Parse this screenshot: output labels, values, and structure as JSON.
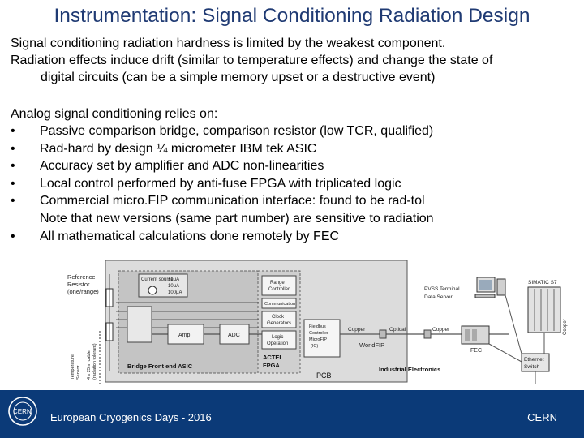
{
  "slide": {
    "title": "Instrumentation: Signal Conditioning Radiation Design",
    "intro": [
      "Signal conditioning radiation hardness is limited by the weakest component.",
      "Radiation effects induce drift (similar to temperature effects) and change the state of",
      "digital circuits (can be a simple memory upset or a destructive event)"
    ],
    "list_title": "Analog signal conditioning relies on:",
    "bullet_char": "•",
    "bullets": [
      "Passive comparison bridge, comparison resistor (low TCR, qualified)",
      "Rad-hard by design ¼ micrometer IBM tek ASIC",
      "Accuracy set by amplifier and ADC non-linearities",
      "Local control performed by anti-fuse FPGA with triplicated logic",
      "Commercial micro.FIP communication interface: found to be rad-tol",
      "Note that new versions (same part number) are sensitive to radiation",
      "All mathematical calculations done remotely by FEC"
    ]
  },
  "diagram": {
    "reference_resistor": "Reference\nResistor\n(one/range)",
    "current_source_title": "Current source",
    "current_values": [
      "±1μA",
      "10μA",
      "100μA"
    ],
    "range_controller": "Range\nController",
    "communication": "Communication",
    "clock_generators": "Clock\nGenerators",
    "amp": "Amp",
    "adc": "ADC",
    "logic_operation": "Logic\nOperation",
    "fieldbus_controller": "Fieldbus\nController\nMicroFIP\n(IC)",
    "actel_fpga": "ACTEL\nFPGA",
    "bridge_label": "Bridge Front end  ASIC",
    "pcb": "PCB",
    "industrial_electronics": "Industrial Electronics",
    "pvss": "PVSS Terminal\nData Server",
    "simatic": "SIMATIC S7",
    "copper_1": "Copper",
    "optical": "Optical",
    "copper_2": "Copper",
    "worldfip": "WorldFIP",
    "fec": "FEC",
    "ethernet_switch": "Ethernet\nSwitch",
    "copper_vertical": "Copper",
    "temperature_sensor": "Temperature\nSensor",
    "cable_label": "4 x 25 m cable\n(radiation tolerant)"
  },
  "footer": {
    "event": "European Cryogenics Days - 2016",
    "org": "CERN",
    "logo_text": "CERN",
    "colors": {
      "band": "#0b3a78",
      "title": "#1f3a73"
    }
  }
}
